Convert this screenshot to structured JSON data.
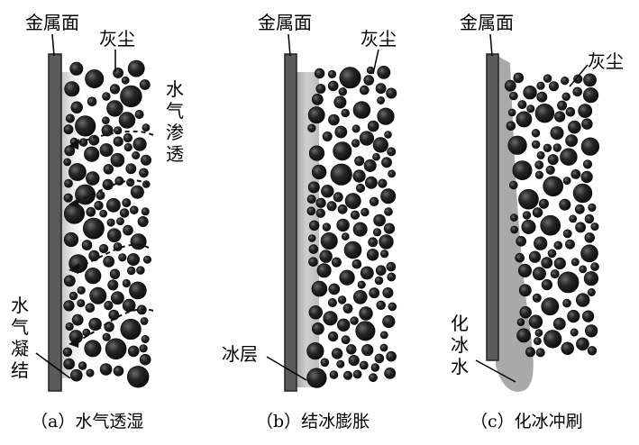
{
  "panels": [
    {
      "metal_label": "金属面",
      "dust_label": "灰尘",
      "side_label": "水气渗透",
      "bottom_label": "水气凝结",
      "caption": "（a）水气透湿"
    },
    {
      "metal_label": "金属面",
      "dust_label": "灰尘",
      "ice_label": "冰层",
      "caption": "（b）结冰膨胀"
    },
    {
      "metal_label": "金属面",
      "dust_label": "灰尘",
      "melt_label": "化冰水",
      "caption": "（c）化冰冲刷"
    }
  ],
  "colors": {
    "metal": "#5a5a5a",
    "dust": "#1c1c1c",
    "ice": "#b8b8b8",
    "water": "#a9a9a9",
    "moisture": "#c9c9c9"
  }
}
